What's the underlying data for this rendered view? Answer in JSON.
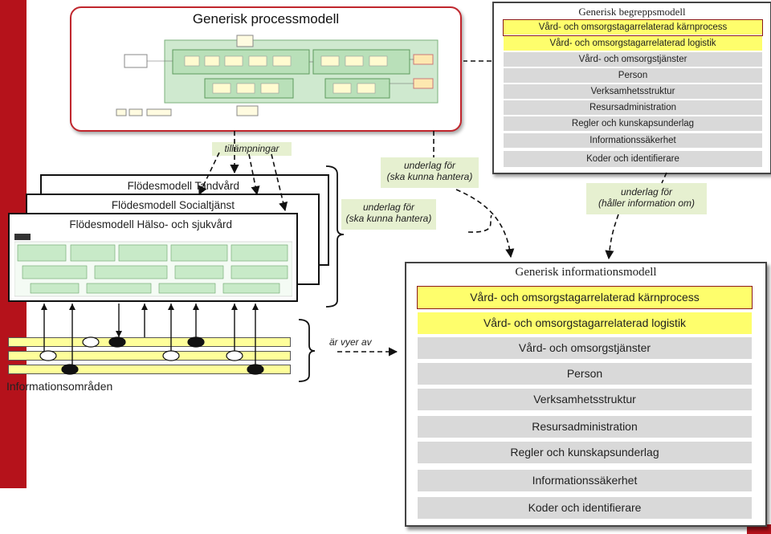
{
  "process_model": {
    "title": "Generisk processmodell"
  },
  "concept_model": {
    "title": "Generisk begreppsmodell",
    "rows": [
      {
        "label": "Vård- och omsorgstagarrelaterad kärnprocess",
        "style": "yb"
      },
      {
        "label": "Vård- och omsorgstagarrelaterad logistik",
        "style": "y"
      },
      {
        "label": "Vård- och omsorgstjänster",
        "style": "g"
      },
      {
        "label": "Person",
        "style": "g"
      },
      {
        "label": "Verksamhetsstruktur",
        "style": "g"
      },
      {
        "label": "Resursadministration",
        "style": "g"
      },
      {
        "label": "Regler och kunskapsunderlag",
        "style": "g"
      },
      {
        "label": "Informationssäkerhet",
        "style": "g"
      },
      {
        "label": "Koder och identifierare",
        "style": "g"
      }
    ]
  },
  "info_model": {
    "title": "Generisk informationsmodell",
    "rows": [
      {
        "label": "Vård- och omsorgstagarrelaterad kärnprocess",
        "style": "yb"
      },
      {
        "label": "Vård- och omsorgstagarrelaterad logistik",
        "style": "y"
      },
      {
        "label": "Vård- och omsorgstjänster",
        "style": "g"
      },
      {
        "label": "Person",
        "style": "g"
      },
      {
        "label": "Verksamhetsstruktur",
        "style": "g"
      },
      {
        "label": "Resursadministration",
        "style": "g"
      },
      {
        "label": "Regler och kunskapsunderlag",
        "style": "g"
      },
      {
        "label": "Informationssäkerhet",
        "style": "g"
      },
      {
        "label": "Koder och identifierare",
        "style": "g"
      }
    ]
  },
  "flow_models": {
    "tandvard": "Flödesmodell Tandvård",
    "socialtjanst": "Flödesmodell Socialtjänst",
    "halso": "Flödesmodell Hälso- och sjukvård"
  },
  "notes": {
    "tillampningar": "tillämpningar",
    "underlag1_l1": "underlag för",
    "underlag1_l2": "(ska kunna hantera)",
    "underlag2_l1": "underlag för",
    "underlag2_l2": "(ska kunna hantera)",
    "underlag3_l1": "underlag för",
    "underlag3_l2": "(håller information om)",
    "ar_vyer_av": "är vyer av",
    "informationsomraden": "Informationsområden"
  },
  "colors": {
    "accent_red": "#b5121b",
    "highlight_yellow": "#fefe6c",
    "row_gray": "#d9d9d9",
    "note_green": "#e6f0d0"
  }
}
